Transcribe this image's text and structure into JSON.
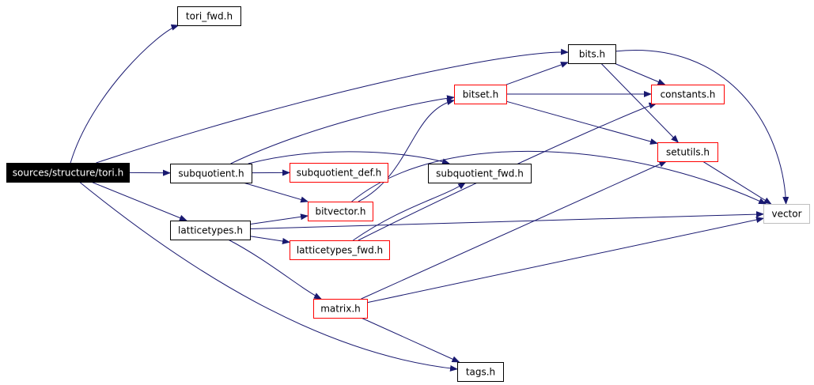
{
  "colors": {
    "edge": "#191970",
    "root_fill": "#000000",
    "root_text": "#ffffff",
    "black_border": "#000000",
    "red_border": "#ff0000",
    "gray_border": "#bfbfbf",
    "text": "#000000"
  },
  "nodes": [
    {
      "id": "tori",
      "label": "sources/structure/tori.h",
      "style": "root"
    },
    {
      "id": "tori_fwd",
      "label": "tori_fwd.h",
      "style": "black"
    },
    {
      "id": "subquotient",
      "label": "subquotient.h",
      "style": "black"
    },
    {
      "id": "latticetypes",
      "label": "latticetypes.h",
      "style": "black"
    },
    {
      "id": "bits",
      "label": "bits.h",
      "style": "black"
    },
    {
      "id": "bitset",
      "label": "bitset.h",
      "style": "red"
    },
    {
      "id": "constants",
      "label": "constants.h",
      "style": "red"
    },
    {
      "id": "setutils",
      "label": "setutils.h",
      "style": "red"
    },
    {
      "id": "subquotient_def",
      "label": "subquotient_def.h",
      "style": "red"
    },
    {
      "id": "subquotient_fwd",
      "label": "subquotient_fwd.h",
      "style": "black"
    },
    {
      "id": "bitvector",
      "label": "bitvector.h",
      "style": "red"
    },
    {
      "id": "latticetypes_fwd",
      "label": "latticetypes_fwd.h",
      "style": "red"
    },
    {
      "id": "matrix",
      "label": "matrix.h",
      "style": "red"
    },
    {
      "id": "tags",
      "label": "tags.h",
      "style": "black"
    },
    {
      "id": "vector",
      "label": "vector",
      "style": "gray"
    }
  ],
  "edges": [
    [
      "tori",
      "tori_fwd"
    ],
    [
      "tori",
      "bits"
    ],
    [
      "tori",
      "subquotient"
    ],
    [
      "tori",
      "latticetypes"
    ],
    [
      "tori",
      "tags"
    ],
    [
      "subquotient",
      "bitset"
    ],
    [
      "subquotient",
      "subquotient_fwd"
    ],
    [
      "subquotient",
      "subquotient_def"
    ],
    [
      "subquotient",
      "bitvector"
    ],
    [
      "bitvector",
      "bitset"
    ],
    [
      "bitvector",
      "vector"
    ],
    [
      "bitset",
      "bits"
    ],
    [
      "bitset",
      "constants"
    ],
    [
      "bitset",
      "setutils"
    ],
    [
      "bits",
      "constants"
    ],
    [
      "bits",
      "setutils"
    ],
    [
      "bits",
      "vector"
    ],
    [
      "setutils",
      "vector"
    ],
    [
      "latticetypes",
      "bitvector"
    ],
    [
      "latticetypes",
      "latticetypes_fwd"
    ],
    [
      "latticetypes",
      "matrix"
    ],
    [
      "latticetypes",
      "vector"
    ],
    [
      "latticetypes_fwd",
      "subquotient_fwd"
    ],
    [
      "latticetypes_fwd",
      "constants"
    ],
    [
      "matrix",
      "setutils"
    ],
    [
      "matrix",
      "vector"
    ],
    [
      "matrix",
      "tags"
    ]
  ]
}
